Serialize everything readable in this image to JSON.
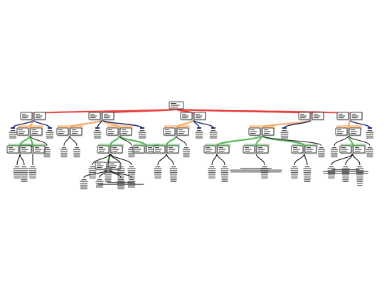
{
  "colors": {
    "red": "#e53935",
    "orange": "#f5a45d",
    "green": "#4caf50",
    "navy": "#1f2a6b",
    "box_border": "#111111",
    "box_fill": "#ffffff"
  },
  "diagram": {
    "root": {
      "text": ""
    },
    "branches": [
      {
        "label": "",
        "subtrees": 4
      },
      {
        "label": "",
        "subtrees": 5
      },
      {
        "label": "",
        "subtrees": 3
      },
      {
        "label": "",
        "subtrees": 5
      },
      {
        "label": "",
        "subtrees": 4
      }
    ]
  }
}
